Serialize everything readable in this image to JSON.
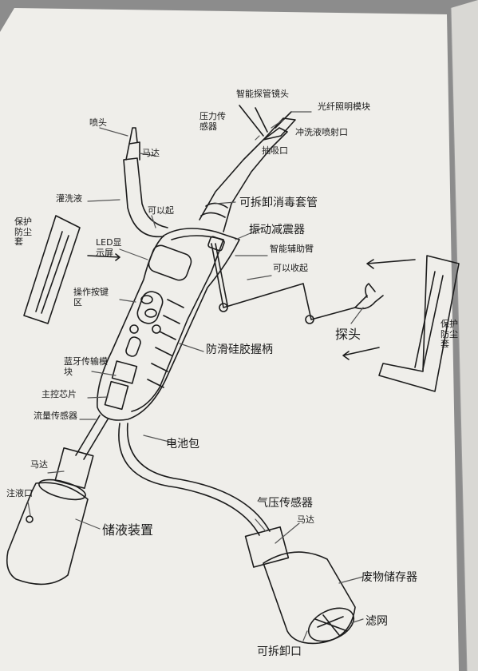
{
  "labels": {
    "nozzle": "喷头",
    "motor_top": "马达",
    "irrigation_fluid": "灌洗液",
    "can_rise": "可以起",
    "protective_dust_cover_left": "保护防尘套",
    "protective_dust_cover_right": "保护防尘套",
    "led_display": "LED显示屏",
    "operation_button_area": "操作按键区",
    "bluetooth_module": "蓝牙传输模块",
    "main_control_chip": "主控芯片",
    "flow_sensor": "流量传感器",
    "motor_left": "马达",
    "fill_port": "注液口",
    "liquid_storage": "储液装置",
    "pressure_sensor": "压力传感器",
    "smart_pipe_head": "智能探管镜头",
    "fiber_light_module": "光纤照明模块",
    "flush_spray_port": "冲洗液喷射口",
    "suction_port": "抽吸口",
    "detachable_sleeve": "可拆卸消毒套管",
    "vibration_damper": "振动减震器",
    "smart_assist_arm": "智能辅助臂",
    "can_fold": "可以收起",
    "probe_head": "探头",
    "anti_slip_grip": "防滑硅胶握柄",
    "battery_pack": "电池包",
    "air_pressure_sensor": "气压传感器",
    "motor_right": "马达",
    "waste_storage": "废物储存器",
    "filter_screen": "滤网",
    "detachable_port": "可拆卸口"
  },
  "colors": {
    "paper": "#f3f2ee",
    "ink": "#1c1c1c",
    "pencil": "#555555",
    "shadow": "#8a8a8a"
  }
}
